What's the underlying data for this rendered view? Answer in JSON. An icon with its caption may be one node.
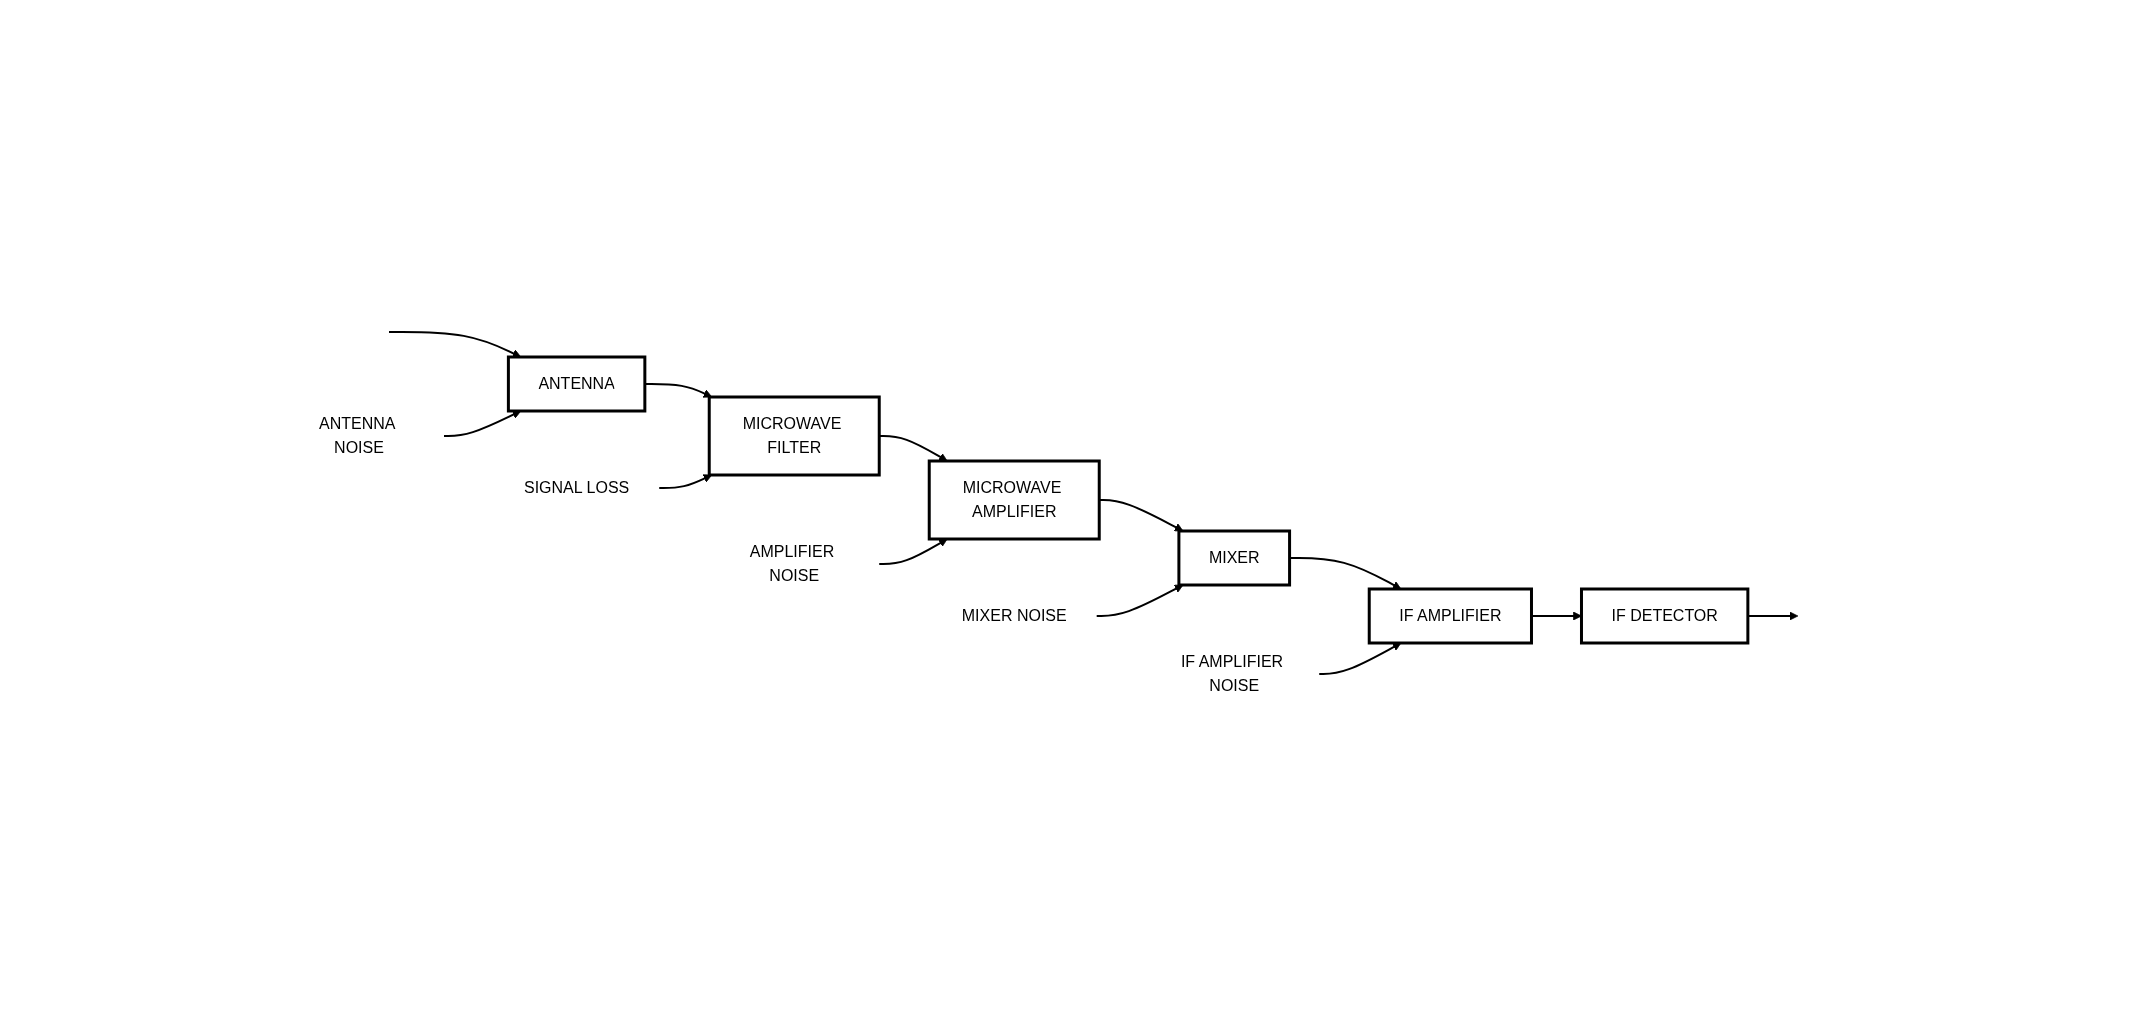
{
  "diagram": {
    "nodes": [
      {
        "text": [
          "ANTENNA"
        ]
      },
      {
        "text": [
          "MICROWAVE FILTER"
        ]
      },
      {
        "text": [
          "MICROWAVE AMPLIFIER"
        ]
      },
      {
        "text": [
          "MIXER"
        ]
      },
      {
        "text": [
          "IF AMPLIFIER"
        ]
      },
      {
        "text": [
          "IF DETECTOR"
        ]
      },
      {
        "text": [
          "SIGNAL LOSS"
        ]
      },
      {
        "text": [
          "ANTENNA NOISE"
        ]
      },
      {
        "text": [
          "AMPLIFIER NOISE"
        ]
      },
      {
        "text": [
          "MIXER NOISE"
        ]
      },
      {
        "text": [
          "IF AMPLIFIER NOISE"
        ]
      }
    ],
    "edges": [
      {
        "from": null,
        "to": 0,
        "arrow": "to"
      },
      {
        "from": 0,
        "to": 1,
        "arrow": "to"
      },
      {
        "from": 1,
        "to": 2,
        "arrow": "to"
      },
      {
        "from": 2,
        "to": 3,
        "arrow": "to"
      },
      {
        "from": 3,
        "to": 4,
        "arrow": "to"
      },
      {
        "from": 4,
        "to": 5,
        "arrow": "to"
      },
      {
        "from": 5,
        "to": null,
        "arrow": "to"
      },
      {
        "from": 6,
        "to": 1,
        "arrow": "to"
      },
      {
        "from": 7,
        "to": 0,
        "arrow": "to"
      },
      {
        "from": 8,
        "to": 2,
        "arrow": "to"
      },
      {
        "from": 9,
        "to": 3,
        "arrow": "to"
      },
      {
        "from": 10,
        "to": 4,
        "arrow": "to"
      }
    ]
  }
}
